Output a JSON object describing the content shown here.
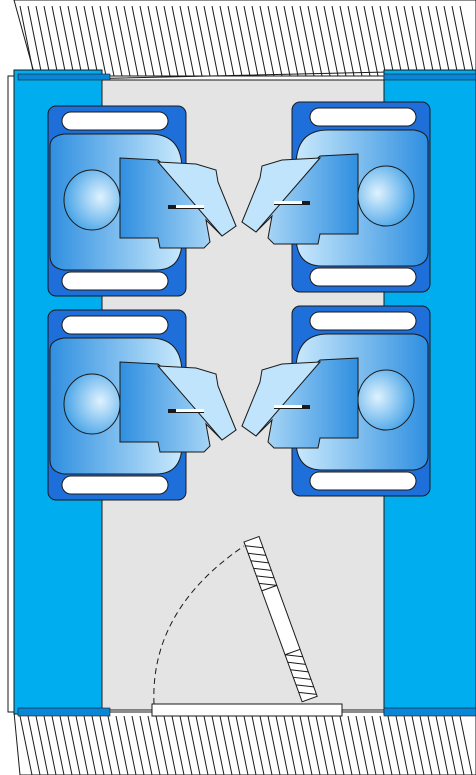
{
  "colors": {
    "background": "#ffffff",
    "floor": "#e4e4e4",
    "bench_strip": "#00aeef",
    "seat_cushion": "#1e6fd9",
    "body": "#4aaef0",
    "body_light": "#bfe4fb",
    "outline": "#1a1a1a",
    "hatch": "#1a1a1a"
  },
  "icons": {
    "wall": "hatched-wall-icon",
    "seat": "seated-person-icon",
    "door": "swing-door-icon"
  },
  "layout_rows": 2,
  "seats_per_side": 2,
  "seat_orientation": {
    "left_column": "facing-right",
    "right_column": "facing-left"
  }
}
